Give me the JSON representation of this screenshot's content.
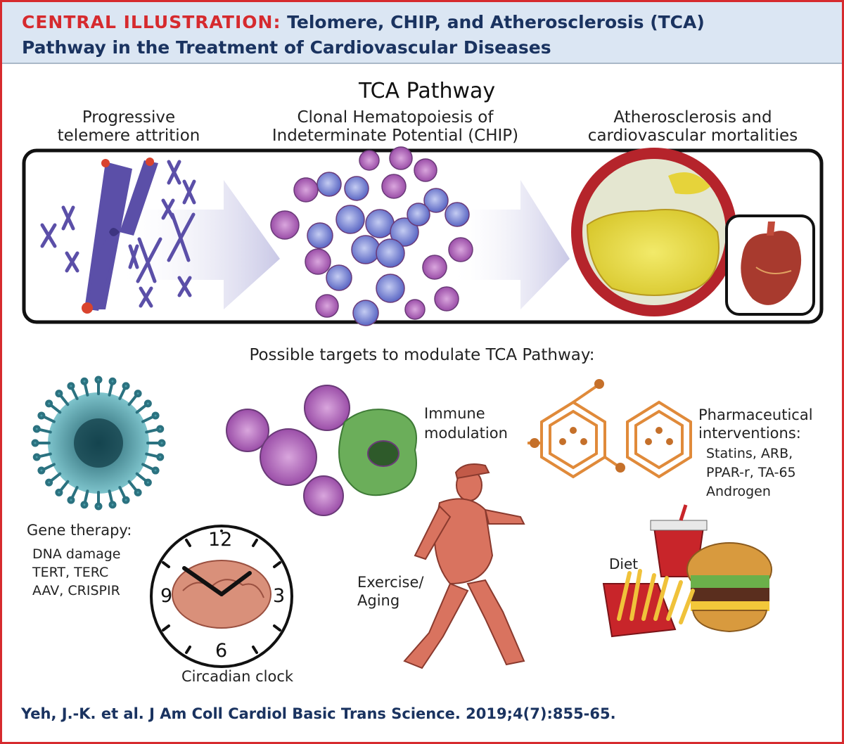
{
  "header": {
    "label": "CENTRAL ILLUSTRATION:",
    "title_line1": "Telomere, CHIP, and Atherosclerosis (TCA)",
    "title_line2": "Pathway in the Treatment of Cardiovascular Diseases"
  },
  "pathway": {
    "title": "TCA Pathway",
    "stage1": {
      "line1": "Progressive",
      "line2": "telemere attrition"
    },
    "stage2": {
      "line1": "Clonal Hematopoiesis of",
      "line2": "Indeterminate Potential (CHIP)"
    },
    "stage3": {
      "line1": "Atherosclerosis and",
      "line2": "cardiovascular mortalities"
    }
  },
  "targets": {
    "heading": "Possible targets to modulate TCA Pathway:",
    "gene_therapy": {
      "title": "Gene therapy:",
      "items": [
        "DNA damage",
        "TERT, TERC",
        "AAV, CRISPIR"
      ]
    },
    "immune": {
      "line1": "Immune",
      "line2": "modulation"
    },
    "pharma": {
      "line1": "Pharmaceutical",
      "line2": "interventions:",
      "items": [
        "Statins, ARB,",
        "PPAR-r, TA-65",
        "Androgen"
      ]
    },
    "circadian": "Circadian clock",
    "clock_numbers": [
      "12",
      "3",
      "6",
      "9"
    ],
    "exercise": {
      "line1": "Exercise/",
      "line2": "Aging"
    },
    "diet": "Diet"
  },
  "citation": "Yeh, J.-K. et al. J Am Coll Cardiol Basic Trans Science. 2019;4(7):855-65.",
  "colors": {
    "accent_red": "#d62a2e",
    "header_blue": "#1a3360",
    "header_bg": "#dbe6f3"
  }
}
